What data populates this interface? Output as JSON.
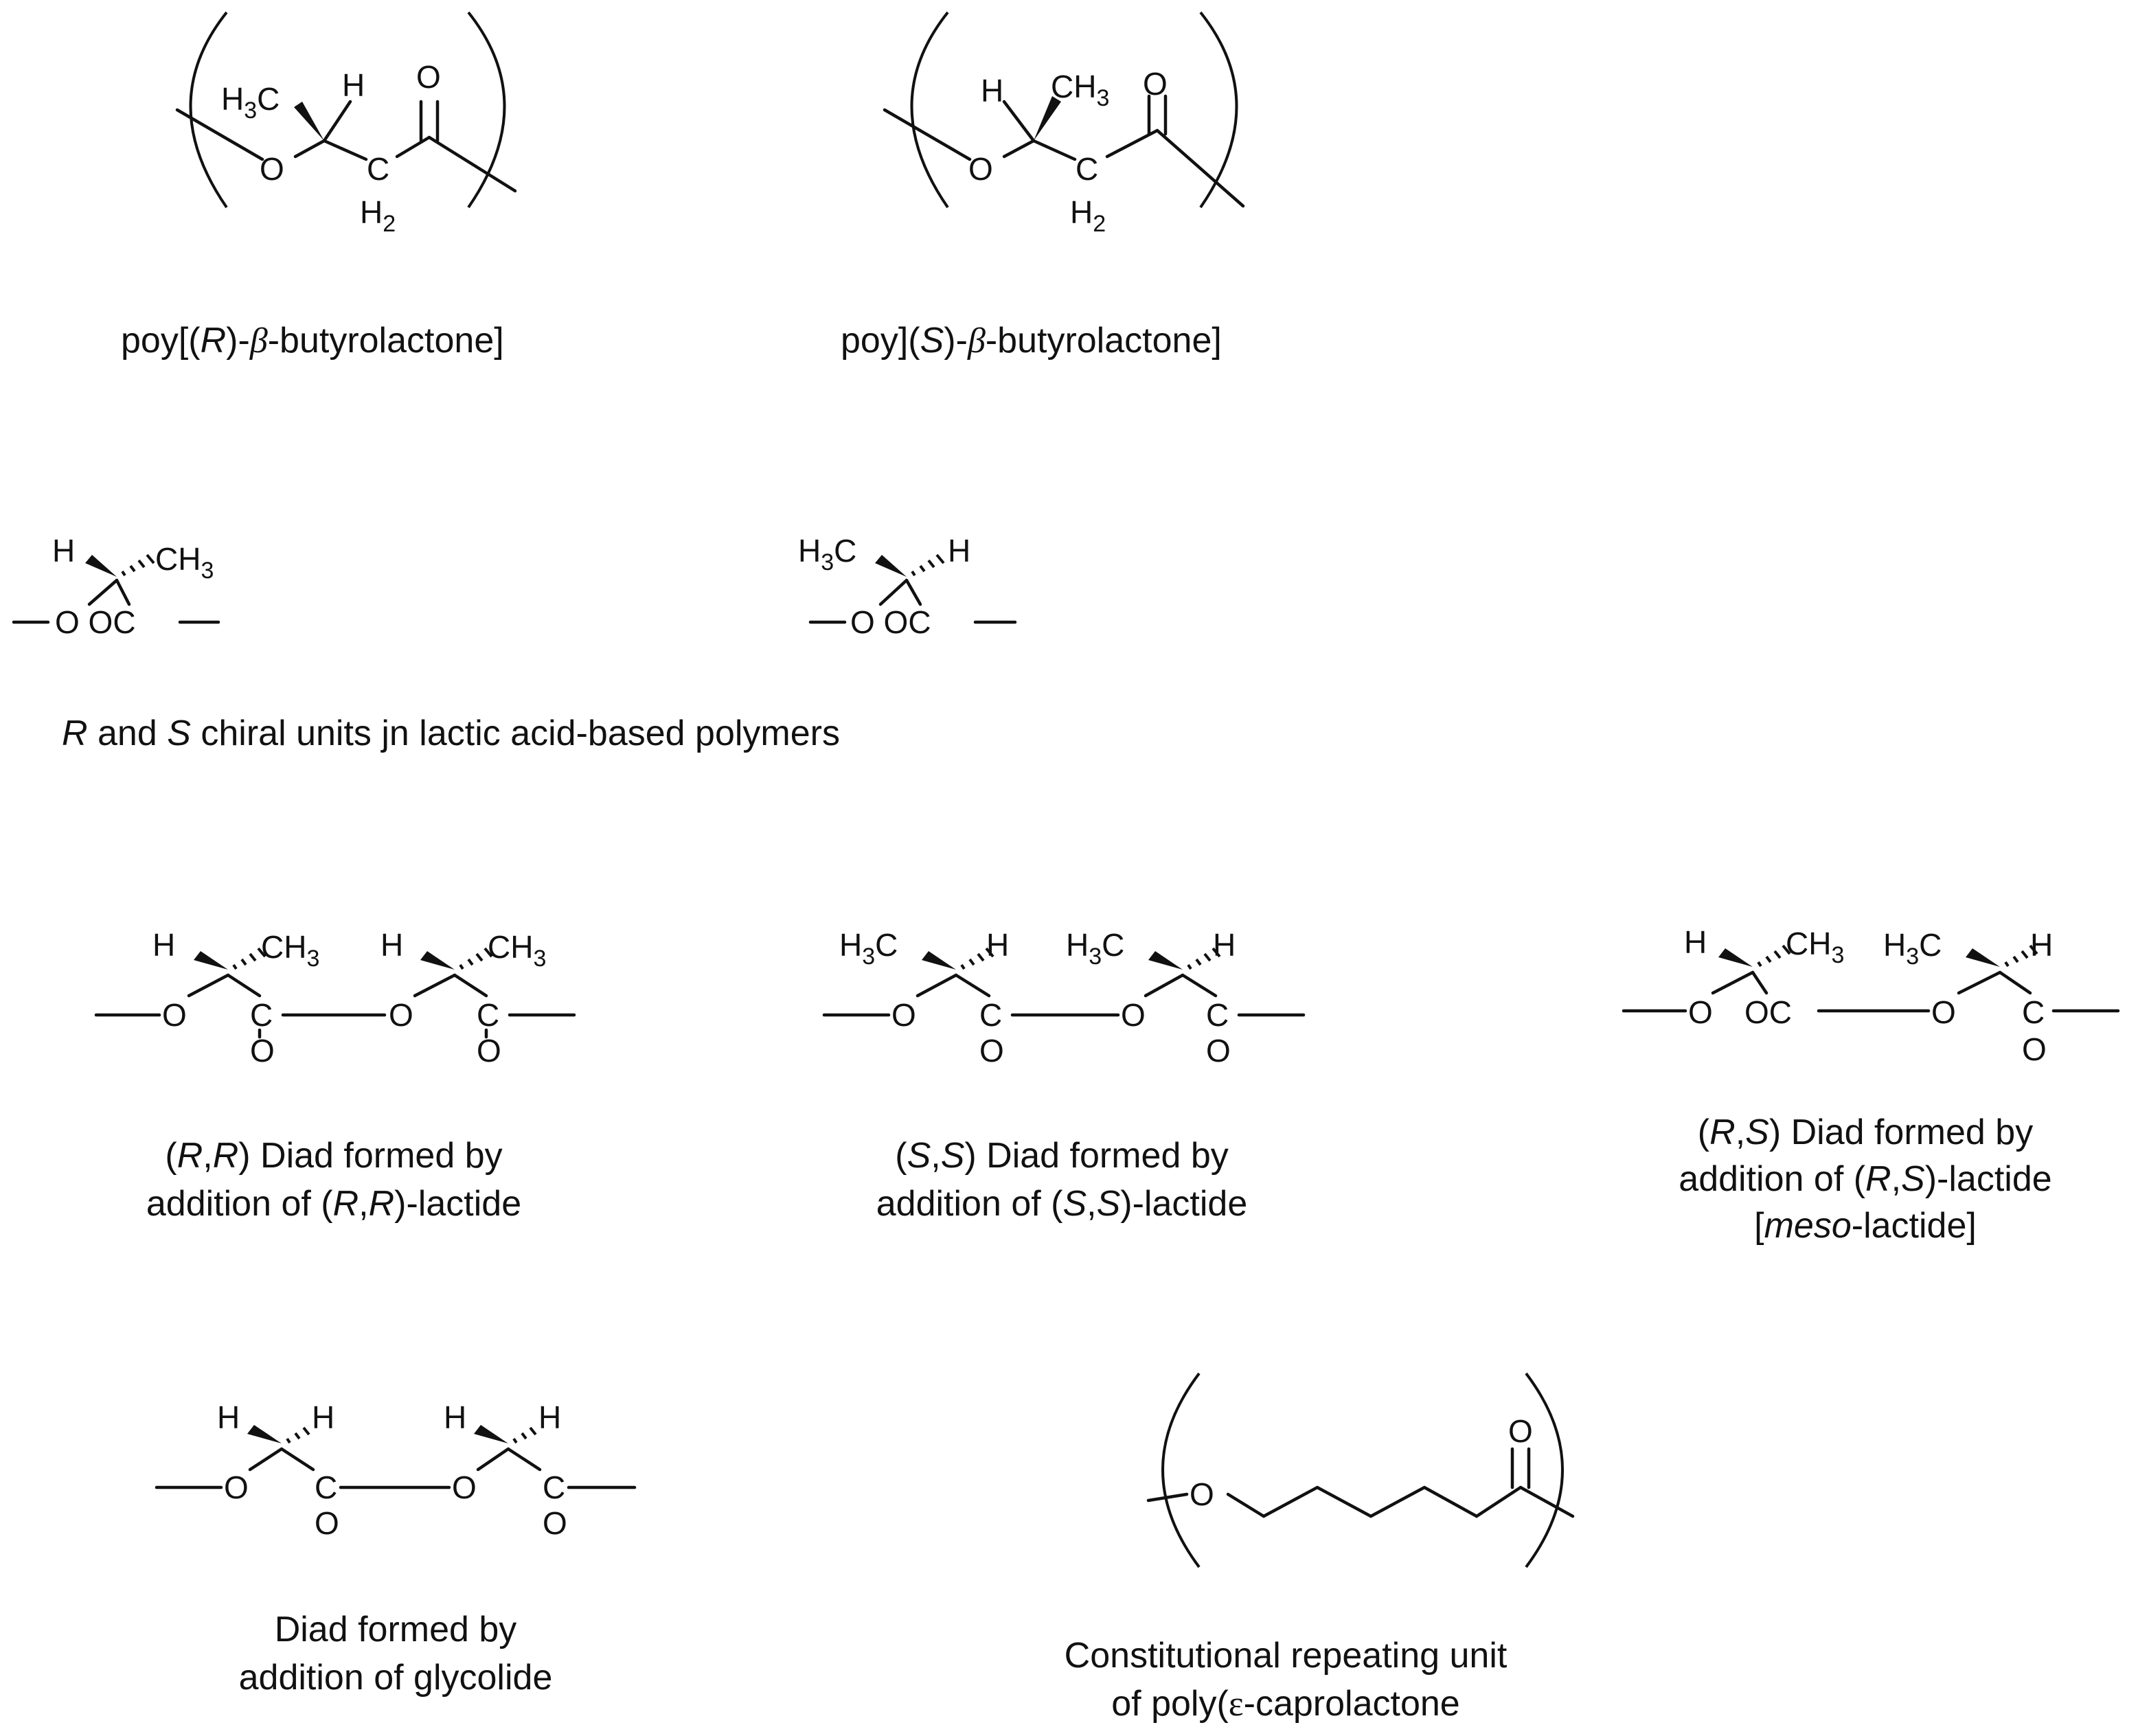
{
  "structures": {
    "r_pbl": {
      "h3c": "H3C",
      "h": "H",
      "o_carbonyl": "O",
      "o_chain": "O",
      "c_chain": "C",
      "h2": "H2"
    },
    "s_pbl": {
      "h": "H",
      "ch3": "CH3",
      "o_carbonyl": "O",
      "o_chain": "O",
      "c_chain": "C",
      "h2": "H2"
    },
    "r_unit": {
      "h": "H",
      "ch3": "CH3",
      "chain": "O OC"
    },
    "s_unit": {
      "h3c": "H3C",
      "h": "H",
      "chain": "O OC"
    },
    "rr_diad": {
      "h": "H",
      "ch3": "CH3",
      "o": "O",
      "c": "C"
    },
    "ss_diad": {
      "h3c": "H3C",
      "h": "H",
      "o": "O",
      "c": "C"
    },
    "rs_diad": {
      "h": "H",
      "ch3": "CH3",
      "h3c": "H3C",
      "oc": "OC",
      "o": "O",
      "c": "C"
    },
    "glycolide": {
      "h": "H",
      "o": "O",
      "c": "C"
    },
    "pcl": {
      "o": "O"
    }
  },
  "captions": {
    "r_pbl": {
      "prefix": "poy[(",
      "stereo": "R",
      "mid": ")-",
      "beta": "β",
      "suffix": "-butyrolactone]"
    },
    "s_pbl": {
      "prefix": "poy](",
      "stereo": "S",
      "mid": ")-",
      "beta": "β",
      "suffix": "-butyrolactone]"
    },
    "lactic": {
      "r": "R",
      "and": " and ",
      "s": "S",
      "rest": " chiral units jn lactic acid-based polymers"
    },
    "rr": {
      "l1_open": "(",
      "l1_a": "R",
      "l1_comma": ",",
      "l1_b": "R",
      "l1_rest": ") Diad formed by",
      "l2_pre": "addition of (",
      "l2_a": "R",
      "l2_comma": ",",
      "l2_b": "R",
      "l2_rest": ")-lactide"
    },
    "ss": {
      "l1_open": "(",
      "l1_a": "S",
      "l1_comma": ",",
      "l1_b": "S",
      "l1_rest": ") Diad formed by",
      "l2_pre": "addition of (",
      "l2_a": "S",
      "l2_comma": ",",
      "l2_b": "S",
      "l2_rest": ")-lactide"
    },
    "rs": {
      "l1_open": "(",
      "l1_a": "R",
      "l1_comma": ",",
      "l1_b": "S",
      "l1_rest": ") Diad formed by",
      "l2_pre": "addition of (",
      "l2_a": "R",
      "l2_comma": ",",
      "l2_b": "S",
      "l2_rest": ")-lactide",
      "l3_open": "[",
      "l3_meso": "meso",
      "l3_rest": "-lactide]"
    },
    "glycolide": {
      "l1": "Diad formed by",
      "l2": "addition of glycolide"
    },
    "pcl": {
      "l1": "Constitutional repeating unit",
      "l2_pre": "of poly(",
      "l2_eps": "ε",
      "l2_rest": "-caprolactone"
    }
  }
}
